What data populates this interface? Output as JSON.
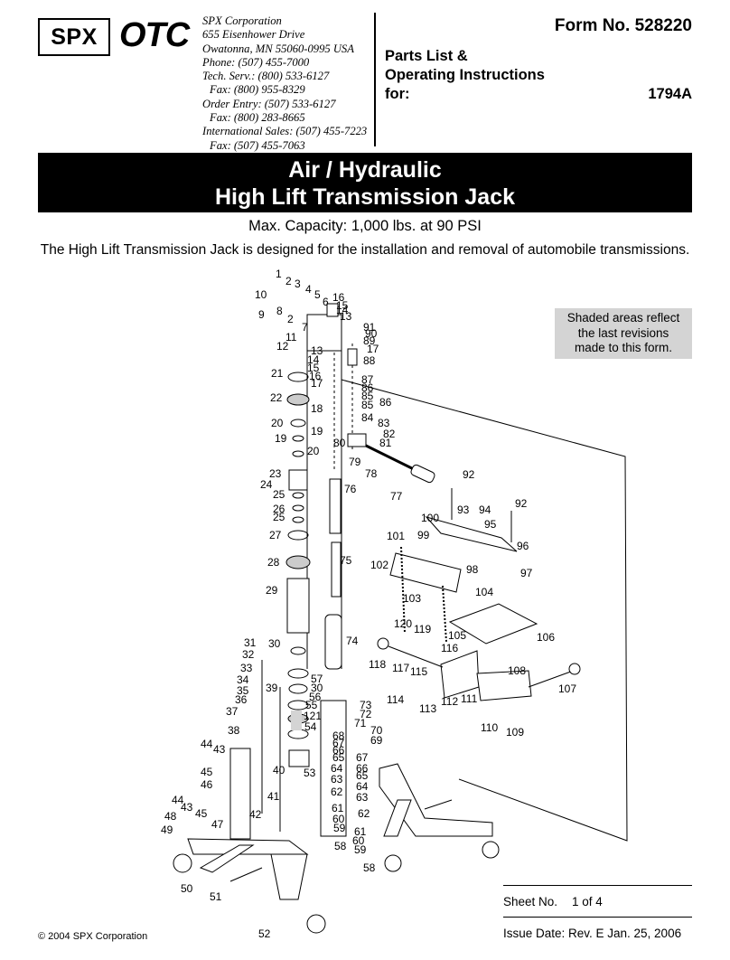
{
  "header": {
    "logo_spx": "SPX",
    "logo_otc": "OTC",
    "company_lines": [
      "SPX Corporation",
      "655 Eisenhower Drive",
      "Owatonna, MN  55060-0995  USA",
      "Phone: (507) 455-7000",
      "Tech. Serv.: (800) 533-6127",
      "Fax: (800) 955-8329",
      "Order Entry: (507) 533-6127",
      "Fax: (800) 283-8665",
      "International Sales: (507) 455-7223",
      "Fax: (507) 455-7063"
    ],
    "form_no": "Form No. 528220",
    "parts_line1": "Parts List &",
    "parts_line2": "Operating Instructions",
    "parts_line3": "for:",
    "model": "1794A"
  },
  "title": {
    "line1": "Air / Hydraulic",
    "line2": "High Lift Transmission Jack"
  },
  "capacity": "Max. Capacity: 1,000 lbs. at 90 PSI",
  "description": "The High Lift Transmission Jack is designed for the installation and removal of automobile transmissions.",
  "shaded_note": [
    "Shaded areas reflect",
    "the last revisions",
    "made to this form."
  ],
  "sheet": {
    "sheet_label": "Sheet No.",
    "sheet_value": "1 of 4",
    "issue_label": "Issue Date:",
    "issue_value": "Rev. E  Jan. 25, 2006"
  },
  "copyright": "© 2004 SPX Corporation",
  "callouts": [
    "1",
    "2",
    "3",
    "4",
    "5",
    "6",
    "7",
    "8",
    "9",
    "10",
    "11",
    "12",
    "13",
    "14",
    "15",
    "16",
    "17",
    "18",
    "19",
    "20",
    "21",
    "22",
    "23",
    "24",
    "25",
    "26",
    "27",
    "28",
    "29",
    "30",
    "31",
    "32",
    "33",
    "34",
    "35",
    "36",
    "37",
    "38",
    "39",
    "40",
    "41",
    "42",
    "43",
    "44",
    "45",
    "46",
    "47",
    "48",
    "49",
    "50",
    "51",
    "52",
    "53",
    "54",
    "55",
    "56",
    "57",
    "58",
    "59",
    "60",
    "61",
    "62",
    "63",
    "64",
    "65",
    "66",
    "67",
    "68",
    "69",
    "70",
    "71",
    "72",
    "73",
    "74",
    "75",
    "76",
    "77",
    "78",
    "79",
    "80",
    "81",
    "82",
    "83",
    "84",
    "85",
    "86",
    "87",
    "88",
    "89",
    "90",
    "91",
    "92",
    "93",
    "94",
    "95",
    "96",
    "97",
    "98",
    "99",
    "100",
    "101",
    "102",
    "103",
    "104",
    "105",
    "106",
    "107",
    "108",
    "109",
    "110",
    "111",
    "112",
    "113",
    "114",
    "115",
    "116",
    "117",
    "118",
    "119",
    "120",
    "121"
  ]
}
